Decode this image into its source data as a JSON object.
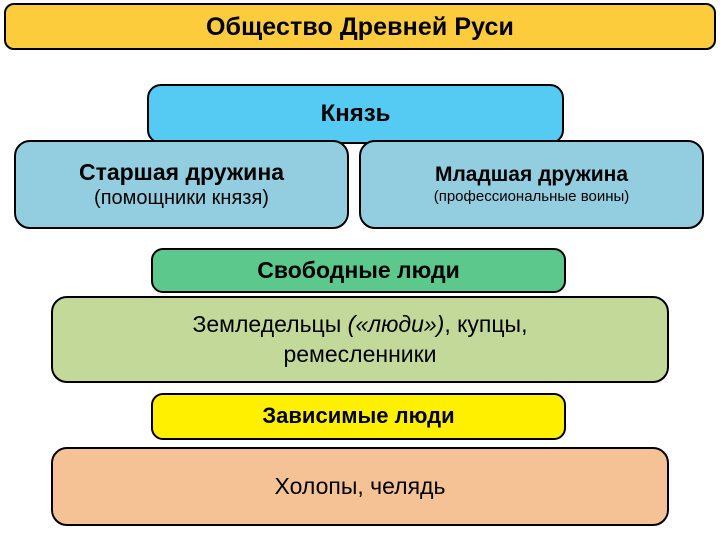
{
  "slide": {
    "title": "Общество Древней Руси",
    "background_color": "#ffffff"
  },
  "pyramid": {
    "levels": [
      {
        "id": "prince",
        "label": "Князь",
        "color": "#55caf2"
      },
      {
        "id": "senior-druzhina",
        "label": "Старшая дружина",
        "sublabel": "(помощники князя)",
        "color": "#92cee0"
      },
      {
        "id": "junior-druzhina",
        "label": "Младшая дружина",
        "sublabel": "(профессиональные воины)",
        "color": "#92cee0"
      },
      {
        "id": "free-people",
        "label": "Свободные люди",
        "color": "#5cc88c"
      },
      {
        "id": "free-people-detail",
        "line1_before": "Земледельцы ",
        "line1_italic": "(«люди»)",
        "line1_after": ", купцы,",
        "line2": "ремесленники",
        "color": "#c2d99a"
      },
      {
        "id": "dependent-people",
        "label": "Зависимые люди",
        "color": "#fff000"
      },
      {
        "id": "dependent-people-detail",
        "label": "Холопы, челядь",
        "color": "#f5c295"
      }
    ]
  },
  "colors": {
    "title_banner": "#fccc3c",
    "outline": "#000000",
    "text": "#000000"
  }
}
